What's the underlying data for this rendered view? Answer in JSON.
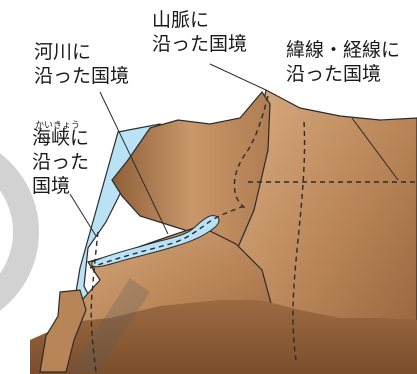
{
  "labels": {
    "river": {
      "line1": "河川に",
      "line2": "沿った国境"
    },
    "mountain": {
      "line1": "山脈に",
      "line2": "沿った国境"
    },
    "latlon": {
      "line1": "緯線・経線に",
      "line2": "沿った国境"
    },
    "strait": {
      "ruby": "かいきょう",
      "line1": "海峡に",
      "line2": "沿った",
      "line3": "国境"
    }
  },
  "colors": {
    "sea": "#b9e2f5",
    "land": "#bc8a5e",
    "land_light": "#d6ac80",
    "land_dark": "#8b5a34",
    "border_line": "#2b2b2b",
    "watermark": "#d2d2d2"
  }
}
